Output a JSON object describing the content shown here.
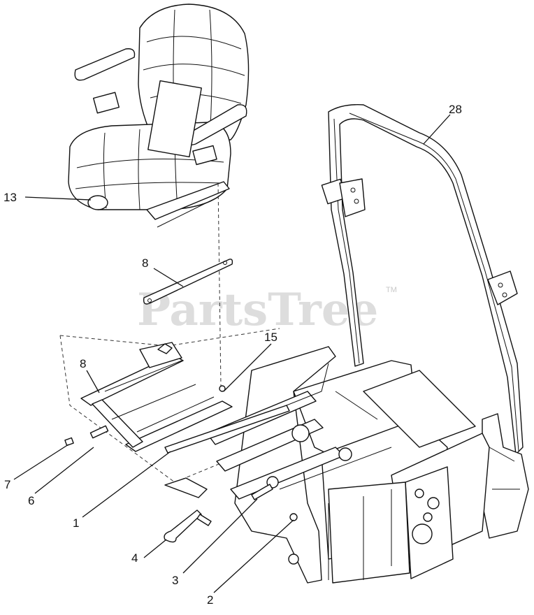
{
  "watermark": {
    "text": "PartsTree",
    "tm": "TM"
  },
  "callouts": [
    {
      "id": "seat",
      "label": "13"
    },
    {
      "id": "rops",
      "label": "28"
    },
    {
      "id": "strap-upper",
      "label": "8"
    },
    {
      "id": "strap-lower",
      "label": "8"
    },
    {
      "id": "pivot",
      "label": "15"
    },
    {
      "id": "nut",
      "label": "7"
    },
    {
      "id": "bolt",
      "label": "6"
    },
    {
      "id": "rod",
      "label": "1"
    },
    {
      "id": "latch",
      "label": "4"
    },
    {
      "id": "pin",
      "label": "3"
    },
    {
      "id": "clip",
      "label": "2"
    }
  ]
}
